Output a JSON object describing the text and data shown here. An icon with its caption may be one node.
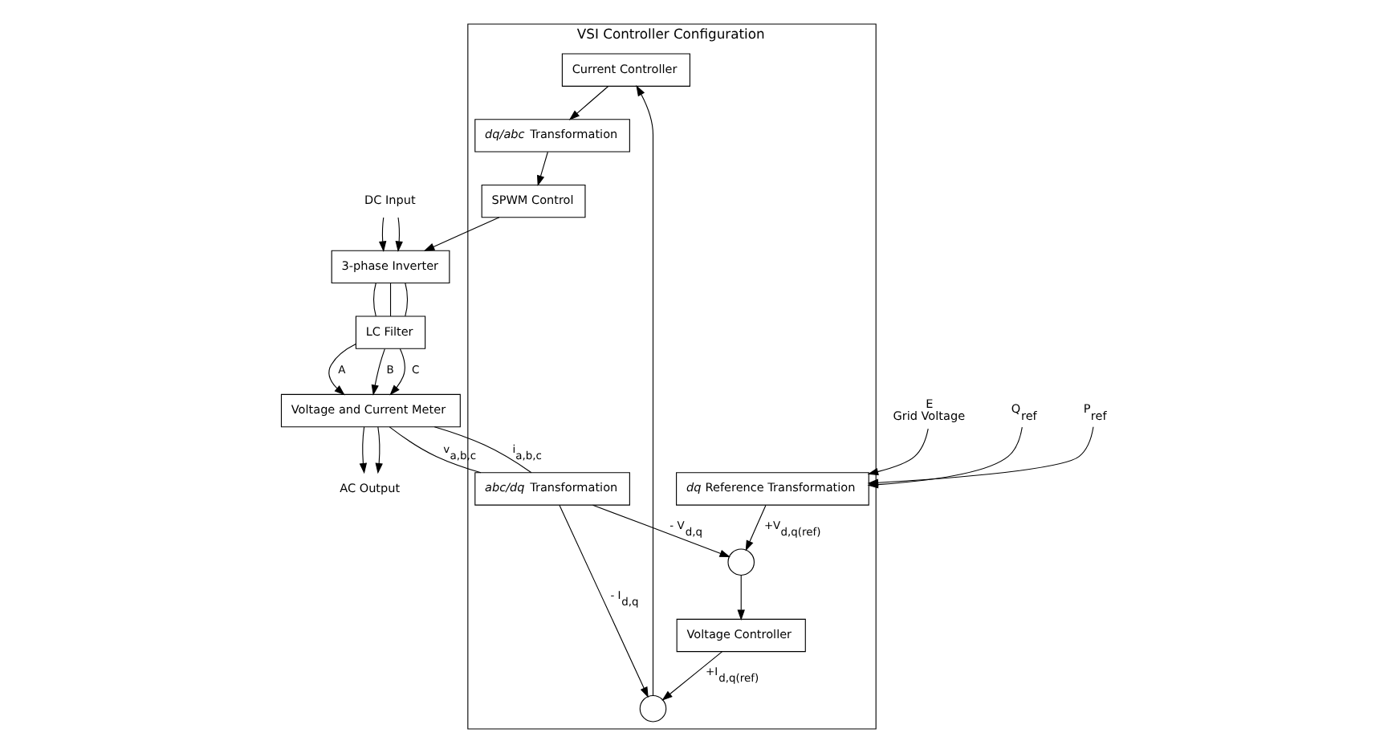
{
  "diagram": {
    "nodes": [
      {
        "text": [
          "VSI Controller Configuration"
        ]
      },
      {
        "text": [
          "Current Controller"
        ],
        "in": 0
      },
      {
        "text": [
          "*dq/abc* Transformation"
        ],
        "in": 0
      },
      {
        "text": [
          "SPWM Control"
        ],
        "in": 0
      },
      {
        "text": [],
        "shape": "circle",
        "in": 0
      },
      {
        "text": [
          "*abc/dq* Transformation"
        ],
        "in": 0
      },
      {
        "text": [],
        "shape": "circle",
        "in": 0
      },
      {
        "text": [
          "Voltage Controller"
        ],
        "in": 0
      },
      {
        "text": [
          "*dq* Reference Transformation"
        ],
        "in": 0
      },
      {
        "text": [
          "DC Input"
        ]
      },
      {
        "text": [
          "3-phase Inverter"
        ]
      },
      {
        "text": [
          "LC Filter"
        ]
      },
      {
        "text": [
          "Voltage and Current Meter"
        ]
      },
      {
        "text": [
          "AC Output"
        ]
      },
      {
        "text": [
          "P$_{ref}$"
        ]
      },
      {
        "text": [
          "E",
          "Grid Voltage"
        ]
      },
      {
        "text": [
          "Q$_{ref}$"
        ]
      }
    ],
    "edges": [
      {
        "from": 1,
        "to": 2,
        "arrow": "to"
      },
      {
        "from": 2,
        "to": 3,
        "arrow": "to"
      },
      {
        "from": 3,
        "to": 10,
        "arrow": "to"
      },
      {
        "from": 9,
        "to": 10,
        "arrow": "to"
      },
      {
        "from": 9,
        "to": 10,
        "arrow": "to"
      },
      {
        "from": 10,
        "to": 11,
        "arrow": "none"
      },
      {
        "from": 10,
        "to": 11,
        "arrow": "none"
      },
      {
        "from": 10,
        "to": 11,
        "arrow": "none"
      },
      {
        "from": 11,
        "to": 12,
        "arrow": "to",
        "label": "A"
      },
      {
        "from": 11,
        "to": 12,
        "arrow": "to",
        "label": "B"
      },
      {
        "from": 11,
        "to": 12,
        "arrow": "to",
        "label": "C"
      },
      {
        "from": 12,
        "to": 13,
        "arrow": "to"
      },
      {
        "from": 12,
        "to": 13,
        "arrow": "to"
      },
      {
        "from": 12,
        "to": 5,
        "arrow": "none",
        "label": "i$_{a,b,c}$"
      },
      {
        "from": 12,
        "to": 5,
        "arrow": "none",
        "label": "v$_{a,b,c}$"
      },
      {
        "from": 5,
        "to": 6,
        "arrow": "to",
        "label": "- I$_{d,q}$"
      },
      {
        "from": 5,
        "to": 4,
        "arrow": "to",
        "label": "- V$_{d,q}$"
      },
      {
        "from": 4,
        "to": 7,
        "arrow": "to"
      },
      {
        "from": 7,
        "to": 6,
        "arrow": "to",
        "label": "+I$_{d,q(ref)}$"
      },
      {
        "from": 6,
        "to": 1,
        "arrow": "to"
      },
      {
        "from": 8,
        "to": 4,
        "arrow": "to",
        "label": "+V$_{d,q(ref)}$"
      },
      {
        "from": 14,
        "to": 8,
        "arrow": "to"
      },
      {
        "from": 15,
        "to": 8,
        "arrow": "to"
      },
      {
        "from": 16,
        "to": 8,
        "arrow": "to"
      }
    ]
  }
}
